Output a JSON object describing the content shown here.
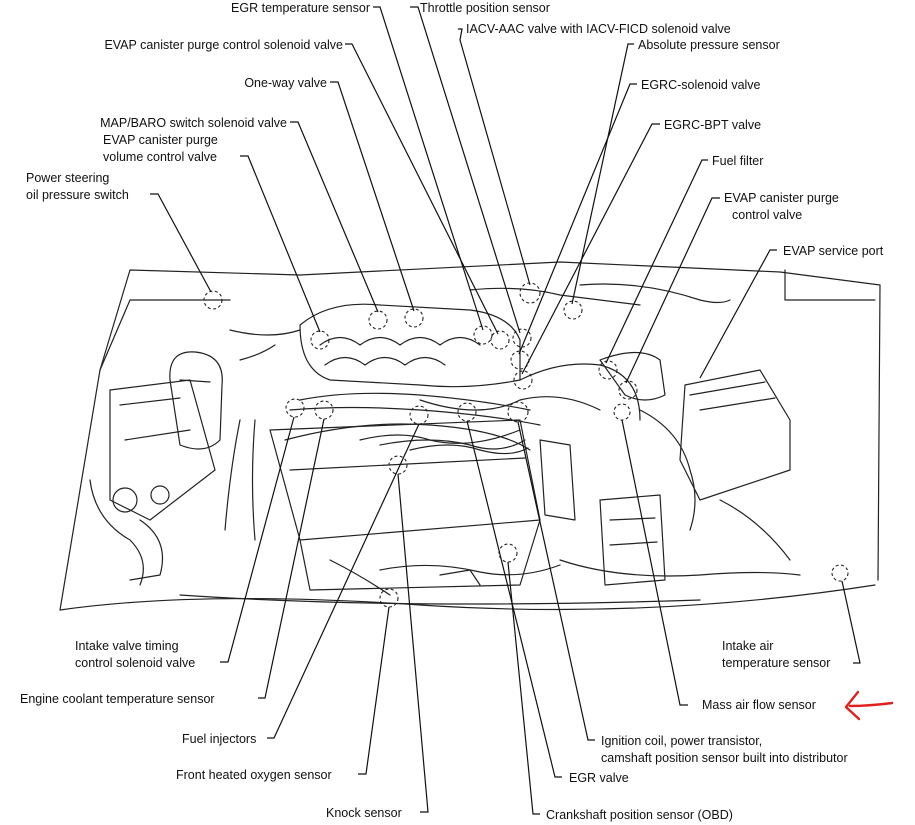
{
  "labels": {
    "egr_temp": "EGR temperature sensor",
    "tps": "Throttle position sensor",
    "iacv": "IACV-AAC valve with IACV-FICD solenoid valve",
    "abs_pressure": "Absolute pressure sensor",
    "evap_purge_control_solenoid": "EVAP canister purge control solenoid valve",
    "egrc_solenoid": "EGRC-solenoid valve",
    "one_way": "One-way valve",
    "egrc_bpt": "EGRC-BPT valve",
    "map_baro": "MAP/BARO switch solenoid valve",
    "evap_volume_1": "EVAP canister purge",
    "evap_volume_2": "volume control valve",
    "fuel_filter": "Fuel filter",
    "ps_switch_1": "Power steering",
    "ps_switch_2": "oil pressure switch",
    "evap_purge_control_1": "EVAP canister purge",
    "evap_purge_control_2": "control valve",
    "evap_service": "EVAP service port",
    "ivt_1": "Intake valve timing",
    "ivt_2": "control solenoid valve",
    "iat_1": "Intake air",
    "iat_2": "temperature sensor",
    "ect": "Engine coolant temperature sensor",
    "maf": "Mass air flow sensor",
    "injectors": "Fuel injectors",
    "ign_1": "Ignition coil, power transistor,",
    "ign_2": "camshaft position sensor built into distributor",
    "ho2s": "Front heated oxygen sensor",
    "egr_valve": "EGR valve",
    "knock": "Knock sensor",
    "ckp": "Crankshaft position sensor (OBD)"
  },
  "annotation_color": "#e0201c"
}
